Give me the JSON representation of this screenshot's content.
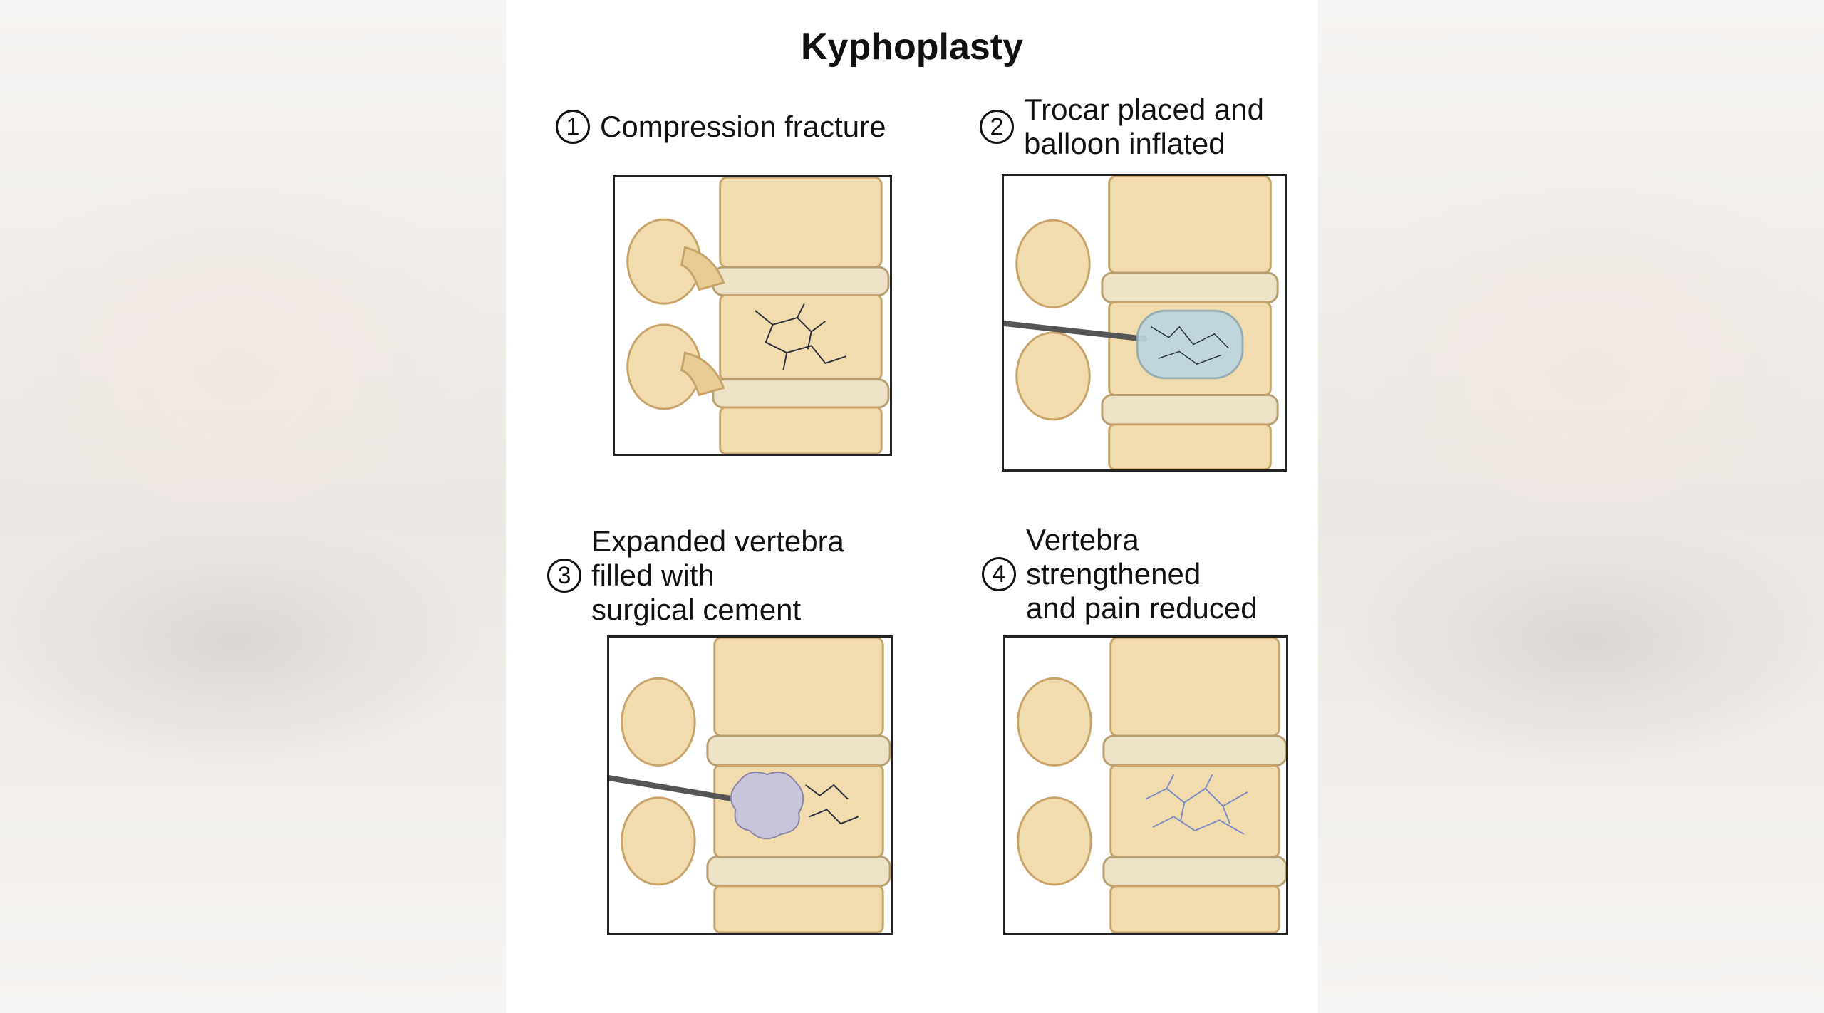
{
  "title": "Kyphoplasty",
  "steps": [
    {
      "number": "1",
      "label": "Compression fracture"
    },
    {
      "number": "2",
      "label": "Trocar placed and\nballoon inflated"
    },
    {
      "number": "3",
      "label": "Expanded vertebra\nfilled with\nsurgical cement"
    },
    {
      "number": "4",
      "label": "Vertebra\nstrengthened\nand pain reduced"
    }
  ],
  "colors": {
    "bone": "#f1dcae",
    "bone_shadow": "#d9b77b",
    "disc": "#ece2c8",
    "crack": "#2a2f3d",
    "balloon": "#bcd6e0",
    "cement": "#c9c6dc",
    "healed_lines": "#7c8cc8"
  }
}
